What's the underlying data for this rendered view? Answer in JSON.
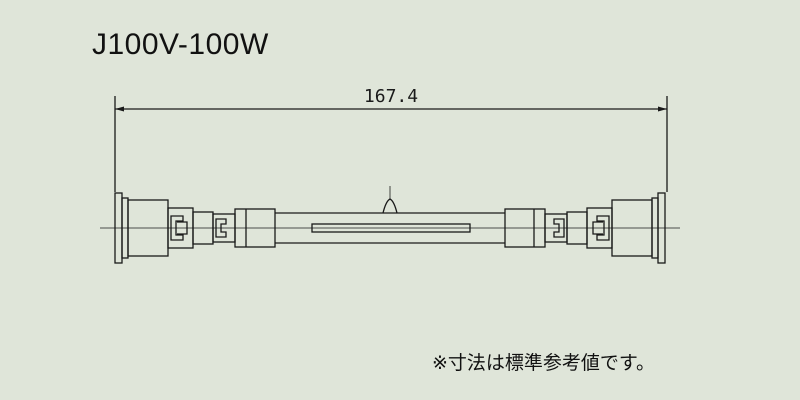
{
  "diagram": {
    "title": "J100V-100W",
    "dimension_label": "167.4",
    "note": "※寸法は標準参考値です。",
    "colors": {
      "background": "#dfe5d9",
      "line": "#1a1a1a"
    }
  }
}
